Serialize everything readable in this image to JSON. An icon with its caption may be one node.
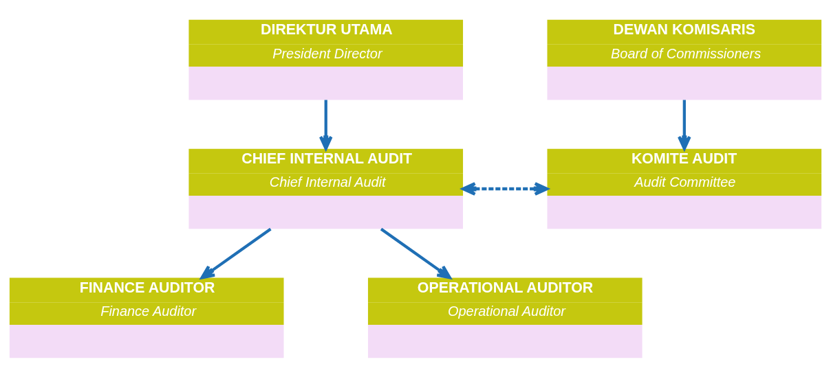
{
  "diagram": {
    "nodes": [
      {
        "text": [
          "DIREKTUR UTAMA",
          "President Director"
        ]
      },
      {
        "text": [
          "DEWAN KOMISARIS",
          "Board of Commissioners"
        ]
      },
      {
        "text": [
          "CHIEF INTERNAL AUDIT",
          "Chief Internal Audit"
        ]
      },
      {
        "text": [
          "KOMITE AUDIT",
          "Audit Committee"
        ]
      },
      {
        "text": [
          "FINANCE AUDITOR",
          "Finance Auditor"
        ]
      },
      {
        "text": [
          "OPERATIONAL AUDITOR",
          "Operational Auditor"
        ]
      }
    ],
    "edges": [
      {
        "from": 0,
        "to": 2,
        "arrow": "to"
      },
      {
        "from": 1,
        "to": 3,
        "arrow": "to"
      },
      {
        "from": 2,
        "to": 3,
        "arrow": "both",
        "style": "dashed"
      },
      {
        "from": 2,
        "to": 4,
        "arrow": "to"
      },
      {
        "from": 2,
        "to": 5,
        "arrow": "to"
      }
    ]
  }
}
